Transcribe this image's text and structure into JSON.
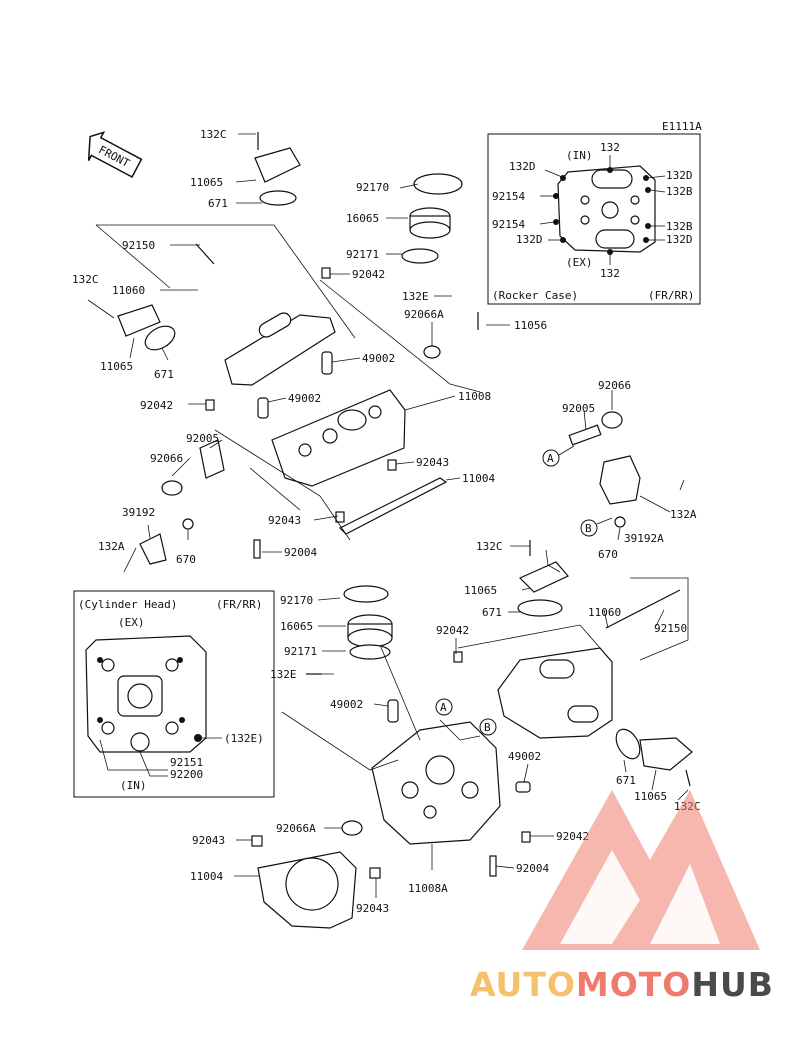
{
  "diagram_code": "E1111A",
  "front_label": "FRONT",
  "rocker_box": {
    "title_left": "(Rocker Case)",
    "title_right": "(FR/RR)",
    "in_label": "(IN)",
    "ex_label": "(EX)",
    "labels": [
      "132",
      "132D",
      "132D",
      "132B",
      "92154",
      "92154",
      "132B",
      "132D",
      "132D",
      "132"
    ]
  },
  "cyl_box": {
    "title_left": "(Cylinder Head)",
    "title_right": "(FR/RR)",
    "ex_label": "(EX)",
    "in_label": "(IN)",
    "labels": [
      "(132E)",
      "92151",
      "92200"
    ]
  },
  "front_labels": [
    "132C",
    "11065",
    "671",
    "92150",
    "132C",
    "11060",
    "11065",
    "671",
    "92042",
    "92005",
    "92066",
    "39192",
    "132A",
    "670",
    "92004",
    "92043",
    "92170",
    "16065",
    "92171",
    "92042",
    "132E",
    "92066A",
    "11056",
    "49002",
    "49002",
    "11008",
    "92043",
    "11004",
    "92066",
    "92005",
    "132A",
    "39192A",
    "670"
  ],
  "rear_labels": [
    "132C",
    "11065",
    "671",
    "11060",
    "92150",
    "92170",
    "16065",
    "92171",
    "92042",
    "132E",
    "49002",
    "49002",
    "92042",
    "92004",
    "11008A",
    "92043",
    "92066A",
    "11004",
    "92043",
    "671",
    "11065",
    "132C"
  ],
  "refs": [
    "A",
    "A",
    "B",
    "B"
  ],
  "watermark": {
    "part1": "AUTO",
    "part2": "MOTO",
    "part3": "HUB",
    "color1": "#f5c26b",
    "color2": "#ef7b6e",
    "color3": "#4a4a4a"
  }
}
